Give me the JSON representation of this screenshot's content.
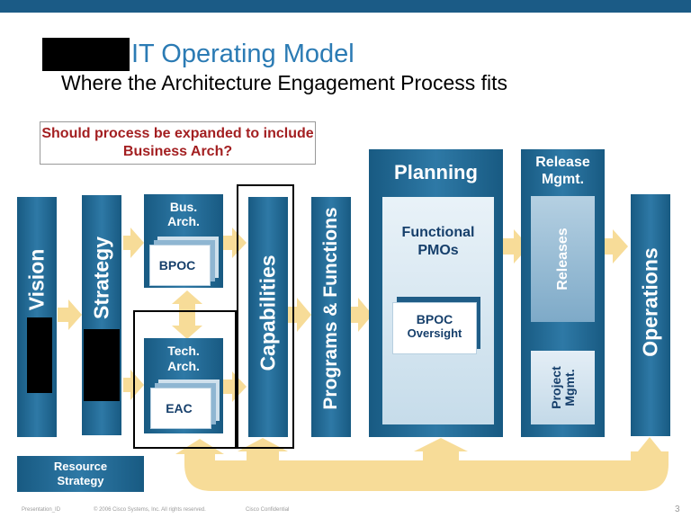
{
  "header": {
    "title": "IT Operating Model",
    "subtitle": "Where the Architecture Engagement Process fits"
  },
  "callout": {
    "question": "Should process be expanded to include Business Arch?"
  },
  "process": {
    "vision": "Vision",
    "strategy": "Strategy",
    "bus_arch": "Bus. Arch.",
    "bus_arch_doc": "BPOC",
    "tech_arch": "Tech. Arch.",
    "tech_arch_doc": "EAC",
    "capabilities": "Capabilities",
    "programs_functions": "Programs & Functions",
    "planning": "Planning",
    "functional_pmos": "Functional PMOs",
    "bpoc_oversight_1": "BPOC",
    "bpoc_oversight_2": "Oversight",
    "release_mgmt": "Release Mgmt.",
    "releases": "Releases",
    "project_mgmt": "Project Mgmt.",
    "operations": "Operations",
    "resource_strategy": "Resource Strategy"
  },
  "footer": {
    "presentation_id": "Presentation_ID",
    "copyright": "© 2006 Cisco Systems, Inc. All rights reserved.",
    "confidential": "Cisco Confidential",
    "page_number": "3"
  },
  "colors": {
    "bar_dark": "#185a82",
    "bar_light": "#2e79a6",
    "arrow": "#f7dc98",
    "title": "#2b7bb4",
    "question": "#a31f21"
  }
}
